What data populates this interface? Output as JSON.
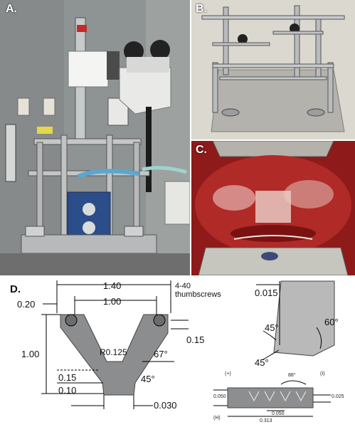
{
  "panels": {
    "a": {
      "label": "A."
    },
    "b": {
      "label": "B."
    },
    "c": {
      "label": "C."
    },
    "d": {
      "label": "D."
    }
  },
  "dimensions_main": {
    "width_total": "1.40",
    "width_inner": "1.00",
    "left_offset": "0.20",
    "height_total": "1.00",
    "thumbscrews": "4-40\nthumbscrews",
    "radius": "R0.125",
    "screw_gap": "0.15",
    "angle_outer": "67°",
    "angle_inner": "45°",
    "tip_height_a": "0.15",
    "tip_height_b": "0.10",
    "tip_width": "0.030"
  },
  "dimensions_tip": {
    "tip_offset": "0.015",
    "angle_a": "45°",
    "angle_b": "60°",
    "angle_c": "45°"
  },
  "dimensions_teeth": {
    "top_left": "(+)",
    "top_right": "(I)",
    "angle": "88°",
    "height_left": "0.050",
    "pitch": "0.050",
    "height_right": "0.025",
    "length": "0.313",
    "bottom_left": "(H)"
  },
  "colors": {
    "lab_wall": "#8f9494",
    "metal": "#c9ccce",
    "tissue": "#a3201f",
    "metal_plate": "#aeaea9",
    "photo_b_bg": "#d9d6ce"
  }
}
